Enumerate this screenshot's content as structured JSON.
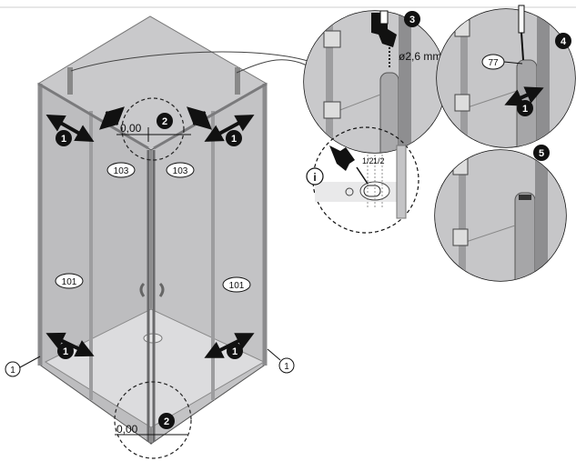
{
  "colors": {
    "panel_fill": "#b9b9bb",
    "panel_fill_light": "#cfd0d2",
    "frame": "#9a9a9c",
    "outline": "#3a3a3a",
    "badge": "#111111",
    "badge_text": "#ffffff",
    "background": "#ffffff"
  },
  "callouts": {
    "step1": "1",
    "step2": "2",
    "step3": "3",
    "step4": "4",
    "step5": "5",
    "info": "i"
  },
  "part_labels": {
    "part_1": "1",
    "glass_101": "101",
    "strip_103": "103",
    "part_77": "77"
  },
  "dimensions": {
    "gap_top": "0,00",
    "gap_bottom": "0,00",
    "drill_diameter": "ø2,6 mm",
    "half_left": "1/2",
    "half_right": "1/2"
  },
  "icons": [
    "drill-icon",
    "screwdriver-icon",
    "arrow-icon",
    "info-icon"
  ]
}
